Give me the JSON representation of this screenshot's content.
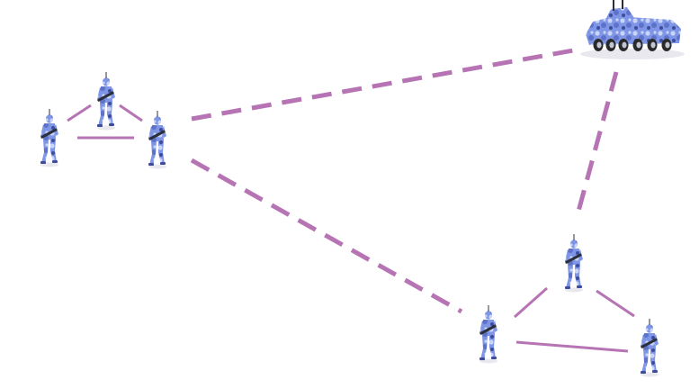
{
  "colors": {
    "link": "#b774b4",
    "camo_base": "#7f95e6",
    "camo_light": "#c9d4f7",
    "camo_mid": "#5f72c9",
    "camo_dark": "#3d4c9c",
    "rifle": "#2c2f3a",
    "tire": "#2a2a2a",
    "shadow": "#e8e8ee"
  },
  "diagram": {
    "nodes": [
      {
        "id": "vehicle",
        "kind": "armored-vehicle-icon"
      },
      {
        "id": "squad-a-top",
        "kind": "soldier-icon"
      },
      {
        "id": "squad-a-left",
        "kind": "soldier-icon"
      },
      {
        "id": "squad-a-right",
        "kind": "soldier-icon"
      },
      {
        "id": "squad-b-top",
        "kind": "soldier-icon"
      },
      {
        "id": "squad-b-left",
        "kind": "soldier-icon"
      },
      {
        "id": "squad-b-right",
        "kind": "soldier-icon"
      }
    ],
    "links": [
      {
        "from": "squad-a-top",
        "to": "squad-a-left",
        "style": "solid"
      },
      {
        "from": "squad-a-top",
        "to": "squad-a-right",
        "style": "solid"
      },
      {
        "from": "squad-a-left",
        "to": "squad-a-right",
        "style": "solid"
      },
      {
        "from": "squad-b-top",
        "to": "squad-b-left",
        "style": "solid"
      },
      {
        "from": "squad-b-top",
        "to": "squad-b-right",
        "style": "solid"
      },
      {
        "from": "squad-b-left",
        "to": "squad-b-right",
        "style": "solid"
      },
      {
        "from": "squad-a-right",
        "to": "vehicle",
        "style": "dashed"
      },
      {
        "from": "squad-a-right",
        "to": "squad-b-left",
        "style": "dashed"
      },
      {
        "from": "vehicle",
        "to": "squad-b-top",
        "style": "dashed"
      }
    ]
  }
}
